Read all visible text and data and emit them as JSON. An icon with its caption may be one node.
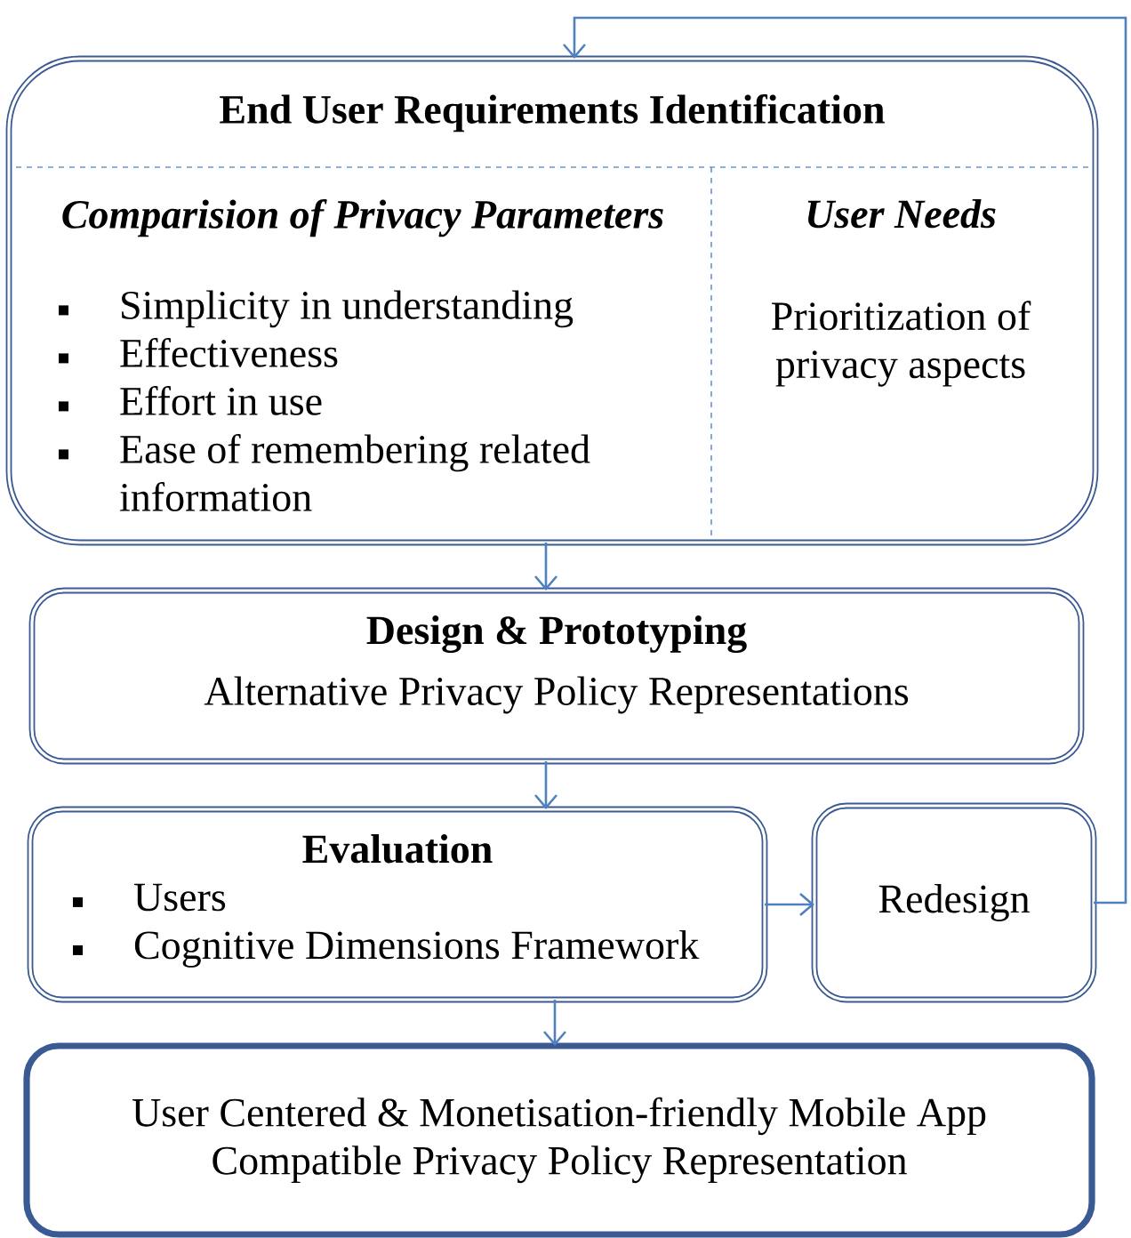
{
  "diagram": {
    "nodes": [
      {
        "text": [
          "End User Requirements Identification"
        ]
      },
      {
        "text": [
          "Comparision of Privacy Parameters",
          "Simplicity in understanding",
          "Effectiveness",
          "Effort in use",
          "Ease of remembering related information"
        ],
        "in": 0
      },
      {
        "text": [
          "User Needs",
          "Prioritization of privacy aspects"
        ],
        "in": 0
      },
      {
        "text": [
          "Design & Prototyping",
          "Alternative Privacy Policy Representations"
        ]
      },
      {
        "text": [
          "Evaluation",
          "Users",
          "Cognitive Dimensions Framework"
        ]
      },
      {
        "text": [
          "Redesign"
        ]
      },
      {
        "text": [
          "User Centered & Monetisation-friendly Mobile App Compatible Privacy Policy Representation"
        ]
      }
    ],
    "edges": [
      {
        "from": 0,
        "to": 3,
        "arrow": "to"
      },
      {
        "from": 3,
        "to": 4,
        "arrow": "to"
      },
      {
        "from": 4,
        "to": 5,
        "arrow": "to"
      },
      {
        "from": 4,
        "to": 6,
        "arrow": "to"
      },
      {
        "from": 5,
        "to": 0,
        "arrow": "to"
      }
    ]
  }
}
